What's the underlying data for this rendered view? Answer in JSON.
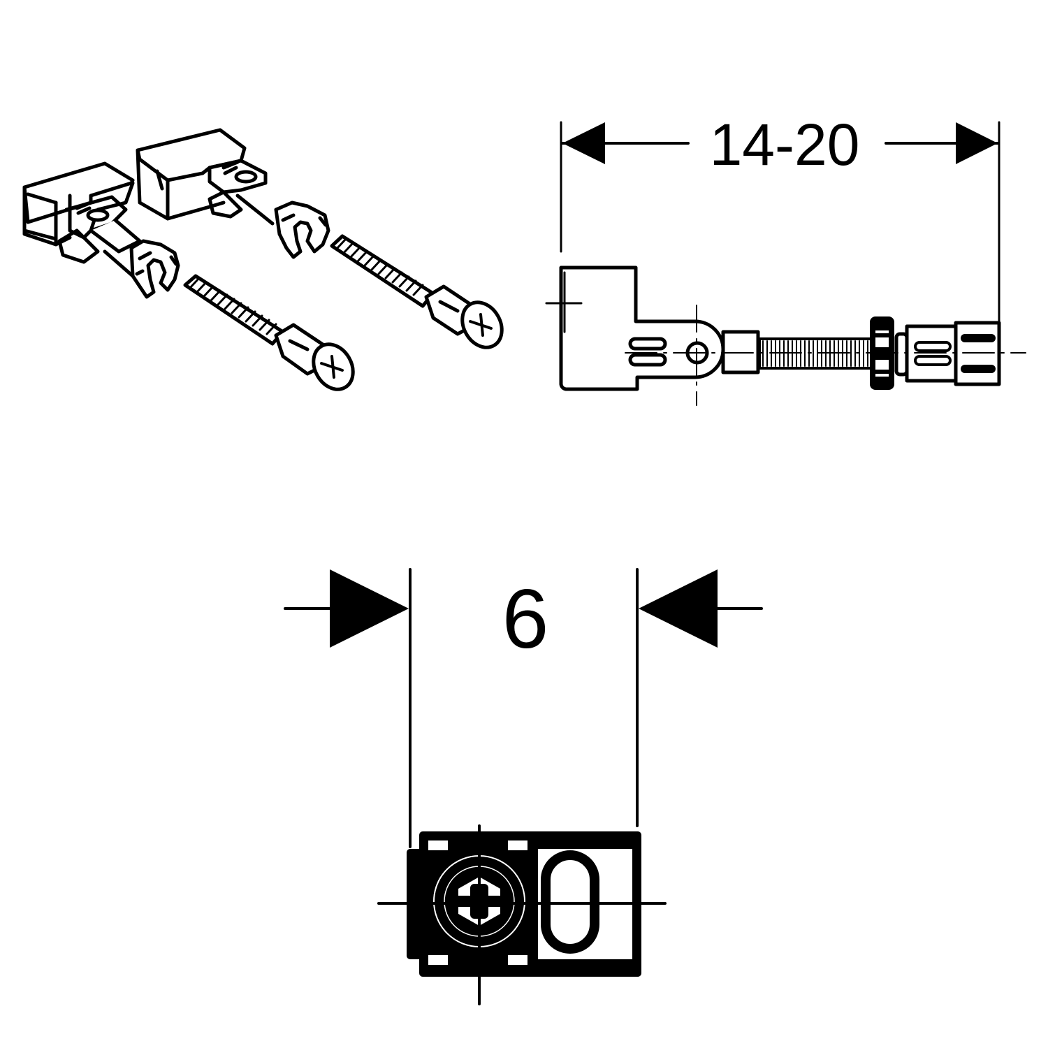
{
  "diagram": {
    "type": "technical-drawing",
    "colors": {
      "line": "#000000",
      "background": "#ffffff"
    },
    "views": [
      {
        "id": "isometric",
        "description": "Isometric view of two fastening brackets with threaded rods and end caps"
      },
      {
        "id": "side",
        "description": "Side view of bracket with threaded rod, nut and end cap"
      },
      {
        "id": "end",
        "description": "End view of bracket with hex nut and slotted hole"
      }
    ],
    "dimensions": {
      "length_range": "14-20",
      "width": "6"
    }
  }
}
